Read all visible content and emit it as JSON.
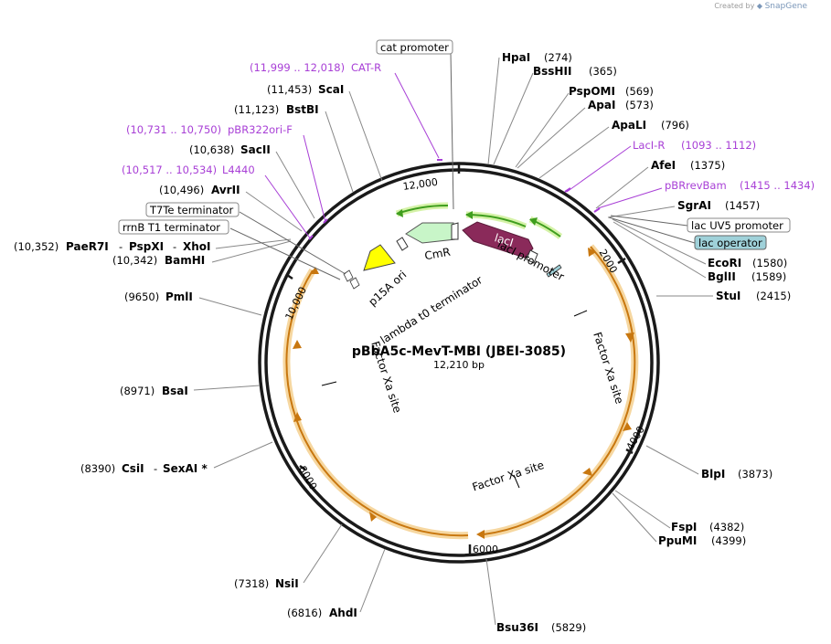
{
  "header": {
    "created_by": "Created by",
    "brand": "SnapGene"
  },
  "plasmid": {
    "name": "pBbA5c-MevT-MBI (JBEI-3085)",
    "length_label": "12,210 bp",
    "length": 12210
  },
  "ticks": [
    {
      "pos": 2000,
      "label": "2000"
    },
    {
      "pos": 4000,
      "label": "4000"
    },
    {
      "pos": 6000,
      "label": "6000"
    },
    {
      "pos": 8000,
      "label": "8000"
    },
    {
      "pos": 10000,
      "label": "10,000"
    },
    {
      "pos": 12000,
      "label": "12,000"
    }
  ],
  "sites_right": [
    {
      "name": "HpaI",
      "pos": "(274)"
    },
    {
      "name": "BssHII",
      "pos": "(365)"
    },
    {
      "name": "PspOMI",
      "pos": "(569)"
    },
    {
      "name": "ApaI",
      "pos": "(573)"
    },
    {
      "name": "ApaLI",
      "pos": "(796)"
    },
    {
      "name": "AfeI",
      "pos": "(1375)"
    },
    {
      "name": "SgrAI",
      "pos": "(1457)"
    },
    {
      "name": "EcoRI",
      "pos": "(1580)"
    },
    {
      "name": "BglII",
      "pos": "(1589)"
    },
    {
      "name": "StuI",
      "pos": "(2415)"
    },
    {
      "name": "BlpI",
      "pos": "(3873)"
    },
    {
      "name": "FspI",
      "pos": "(4382)"
    },
    {
      "name": "PpuMI",
      "pos": "(4399)"
    },
    {
      "name": "Bsu36I",
      "pos": "(5829)"
    }
  ],
  "sites_left": [
    {
      "name": "ScaI",
      "pos": "(11,453)"
    },
    {
      "name": "BstBI",
      "pos": "(11,123)"
    },
    {
      "name": "SacII",
      "pos": "(10,638)"
    },
    {
      "name": "AvrII",
      "pos": "(10,496)"
    },
    {
      "name": "PaeR7I",
      "pos": "(10,352)"
    },
    {
      "name": "PspXI",
      "pos": ""
    },
    {
      "name": "XhoI",
      "pos": ""
    },
    {
      "name": "BamHI",
      "pos": "(10,342)"
    },
    {
      "name": "PmlI",
      "pos": "(9650)"
    },
    {
      "name": "BsaI",
      "pos": "(8971)"
    },
    {
      "name": "CsiI",
      "pos": "(8390)"
    },
    {
      "name": "SexAI *",
      "pos": ""
    },
    {
      "name": "NsiI",
      "pos": "(7318)"
    },
    {
      "name": "AhdI",
      "pos": "(6816)"
    }
  ],
  "primers": [
    {
      "name": "CAT-R",
      "range": "(11,999 .. 12,018)"
    },
    {
      "name": "pBR322ori-F",
      "range": "(10,731 .. 10,750)"
    },
    {
      "name": "L4440",
      "range": "(10,517 .. 10,534)"
    },
    {
      "name": "LacI-R",
      "range": "(1093 .. 1112)"
    },
    {
      "name": "pBRrevBam",
      "range": "(1415 .. 1434)"
    }
  ],
  "boxed_labels": [
    {
      "name": "cat promoter"
    },
    {
      "name": "T7Te terminator"
    },
    {
      "name": "rrnB T1 terminator"
    },
    {
      "name": "lac UV5 promoter"
    },
    {
      "name": "lac operator"
    }
  ],
  "features": {
    "lacI": "lacI",
    "lacI_promoter": "lacI promoter",
    "CmR": "CmR",
    "p15A_ori": "p15A ori",
    "lambda_t0": "lambda t0 terminator",
    "factor_xa": "Factor Xa site"
  },
  "colors": {
    "backbone": "#1a1a1a",
    "orf_arc": "#c8770f",
    "orf_glow": "#f6d7a0",
    "primer": "#a83fd6",
    "lacI": "#8a2a5a",
    "CmR": "#c8f5c8",
    "green_arrow": "#3f9e1e",
    "green_glow": "#d5f2a8",
    "ori": "#ffff00",
    "lac_operator_fill": "#9fd1d9"
  }
}
